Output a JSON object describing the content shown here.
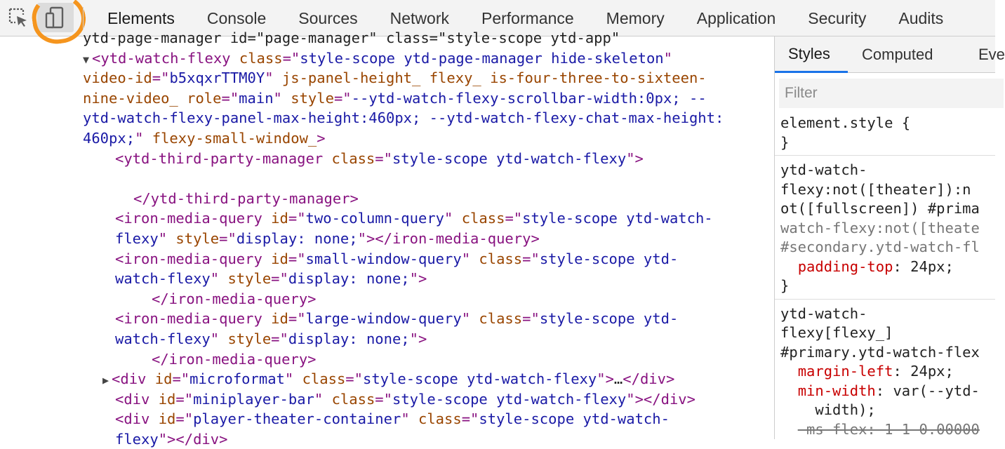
{
  "toolbar": {
    "tabs": [
      "Elements",
      "Console",
      "Sources",
      "Network",
      "Performance",
      "Memory",
      "Application",
      "Security",
      "Audits"
    ],
    "active_tab": "Elements",
    "inspect_icon": "inspect-element-icon",
    "device_icon": "device-toolbar-icon",
    "annotation_color": "#f5951e"
  },
  "dom": {
    "lines": [
      {
        "indent": 118,
        "parts": [
          [
            "txt",
            "ytd-page-manager id=\"page-manager\" class=\"style-scope ytd-app\""
          ]
        ]
      },
      {
        "indent": 118,
        "parts": [
          [
            "tri",
            "▼"
          ],
          [
            "tag",
            "<ytd-watch-flexy"
          ],
          [
            "attr",
            " class"
          ],
          [
            "tag",
            "=\""
          ],
          [
            "val",
            "style-scope ytd-page-manager hide-skeleton"
          ],
          [
            "tag",
            "\""
          ]
        ]
      },
      {
        "indent": 118,
        "parts": [
          [
            "attr",
            "video-id"
          ],
          [
            "tag",
            "=\""
          ],
          [
            "val",
            "b5xqxrTTM0Y"
          ],
          [
            "tag",
            "\""
          ],
          [
            "attr",
            " js-panel-height_ flexy_ is-four-three-to-sixteen-"
          ]
        ]
      },
      {
        "indent": 118,
        "parts": [
          [
            "attr",
            "nine-video_ role"
          ],
          [
            "tag",
            "=\""
          ],
          [
            "val",
            "main"
          ],
          [
            "tag",
            "\""
          ],
          [
            "attr",
            " style"
          ],
          [
            "tag",
            "=\""
          ],
          [
            "val",
            "--ytd-watch-flexy-scrollbar-width:0px; --"
          ]
        ]
      },
      {
        "indent": 118,
        "parts": [
          [
            "val",
            "ytd-watch-flexy-panel-max-height:460px; --ytd-watch-flexy-chat-max-height:"
          ]
        ]
      },
      {
        "indent": 118,
        "parts": [
          [
            "val",
            "460px;"
          ],
          [
            "tag",
            "\""
          ],
          [
            "attr",
            " flexy-small-window_"
          ],
          [
            "tag",
            ">"
          ]
        ]
      },
      {
        "indent": 164,
        "parts": [
          [
            "tag",
            "<ytd-third-party-manager"
          ],
          [
            "attr",
            " class"
          ],
          [
            "tag",
            "=\""
          ],
          [
            "val",
            "style-scope ytd-watch-flexy"
          ],
          [
            "tag",
            "\">"
          ]
        ]
      },
      {
        "indent": 164,
        "parts": []
      },
      {
        "indent": 190,
        "parts": [
          [
            "tag",
            "</ytd-third-party-manager>"
          ]
        ]
      },
      {
        "indent": 164,
        "parts": [
          [
            "tag",
            "<iron-media-query"
          ],
          [
            "attr",
            " id"
          ],
          [
            "tag",
            "=\""
          ],
          [
            "val",
            "two-column-query"
          ],
          [
            "tag",
            "\""
          ],
          [
            "attr",
            " class"
          ],
          [
            "tag",
            "=\""
          ],
          [
            "val",
            "style-scope ytd-watch-"
          ]
        ]
      },
      {
        "indent": 164,
        "parts": [
          [
            "val",
            "flexy"
          ],
          [
            "tag",
            "\""
          ],
          [
            "attr",
            " style"
          ],
          [
            "tag",
            "=\""
          ],
          [
            "val",
            "display: none;"
          ],
          [
            "tag",
            "\"></iron-media-query>"
          ]
        ]
      },
      {
        "indent": 164,
        "parts": [
          [
            "tag",
            "<iron-media-query"
          ],
          [
            "attr",
            " id"
          ],
          [
            "tag",
            "=\""
          ],
          [
            "val",
            "small-window-query"
          ],
          [
            "tag",
            "\""
          ],
          [
            "attr",
            " class"
          ],
          [
            "tag",
            "=\""
          ],
          [
            "val",
            "style-scope ytd-"
          ]
        ]
      },
      {
        "indent": 164,
        "parts": [
          [
            "val",
            "watch-flexy"
          ],
          [
            "tag",
            "\""
          ],
          [
            "attr",
            " style"
          ],
          [
            "tag",
            "=\""
          ],
          [
            "val",
            "display: none;"
          ],
          [
            "tag",
            "\">"
          ]
        ]
      },
      {
        "indent": 216,
        "parts": [
          [
            "tag",
            "</iron-media-query>"
          ]
        ]
      },
      {
        "indent": 164,
        "parts": [
          [
            "tag",
            "<iron-media-query"
          ],
          [
            "attr",
            " id"
          ],
          [
            "tag",
            "=\""
          ],
          [
            "val",
            "large-window-query"
          ],
          [
            "tag",
            "\""
          ],
          [
            "attr",
            " class"
          ],
          [
            "tag",
            "=\""
          ],
          [
            "val",
            "style-scope ytd-"
          ]
        ]
      },
      {
        "indent": 164,
        "parts": [
          [
            "val",
            "watch-flexy"
          ],
          [
            "tag",
            "\""
          ],
          [
            "attr",
            " style"
          ],
          [
            "tag",
            "=\""
          ],
          [
            "val",
            "display: none;"
          ],
          [
            "tag",
            "\">"
          ]
        ]
      },
      {
        "indent": 216,
        "parts": [
          [
            "tag",
            "</iron-media-query>"
          ]
        ]
      },
      {
        "indent": 146,
        "parts": [
          [
            "tri",
            "▶"
          ],
          [
            "tag",
            "<div"
          ],
          [
            "attr",
            " id"
          ],
          [
            "tag",
            "=\""
          ],
          [
            "val",
            "microformat"
          ],
          [
            "tag",
            "\""
          ],
          [
            "attr",
            " class"
          ],
          [
            "tag",
            "=\""
          ],
          [
            "val",
            "style-scope ytd-watch-flexy"
          ],
          [
            "tag",
            "\">"
          ],
          [
            "txt",
            "…"
          ],
          [
            "tag",
            "</div>"
          ]
        ]
      },
      {
        "indent": 164,
        "parts": [
          [
            "tag",
            "<div"
          ],
          [
            "attr",
            " id"
          ],
          [
            "tag",
            "=\""
          ],
          [
            "val",
            "miniplayer-bar"
          ],
          [
            "tag",
            "\""
          ],
          [
            "attr",
            " class"
          ],
          [
            "tag",
            "=\""
          ],
          [
            "val",
            "style-scope ytd-watch-flexy"
          ],
          [
            "tag",
            "\"></div>"
          ]
        ]
      },
      {
        "indent": 164,
        "parts": [
          [
            "tag",
            "<div"
          ],
          [
            "attr",
            " id"
          ],
          [
            "tag",
            "=\""
          ],
          [
            "val",
            "player-theater-container"
          ],
          [
            "tag",
            "\""
          ],
          [
            "attr",
            " class"
          ],
          [
            "tag",
            "=\""
          ],
          [
            "val",
            "style-scope ytd-watch-"
          ]
        ]
      },
      {
        "indent": 164,
        "parts": [
          [
            "val",
            "flexy"
          ],
          [
            "tag",
            "\"></div>"
          ]
        ]
      }
    ]
  },
  "sidebar": {
    "tabs": [
      "Styles",
      "Computed",
      "Eve"
    ],
    "active_tab": "Styles",
    "filter_placeholder": "Filter",
    "rules": [
      {
        "sel": [
          "element.style {"
        ],
        "decls": [],
        "close": "}"
      },
      {
        "sel": [
          "ytd-watch-",
          "flexy:not([theater]):n",
          "ot([fullscreen]) #prima"
        ],
        "muted": [
          "watch-flexy:not([theate",
          "#secondary.ytd-watch-fl"
        ],
        "decls": [
          [
            "padding-top",
            ": 24px;"
          ]
        ],
        "close": "}"
      },
      {
        "sel": [
          "ytd-watch-",
          "flexy[flexy_]",
          "#primary.ytd-watch-flex"
        ],
        "muted": [],
        "decls": [
          [
            "margin-left",
            ": 24px;"
          ],
          [
            "min-width",
            ": var(--ytd-"
          ],
          [
            "",
            "    width);"
          ]
        ],
        "strike": "-ms-flex: 1 1 0.00000"
      }
    ]
  }
}
